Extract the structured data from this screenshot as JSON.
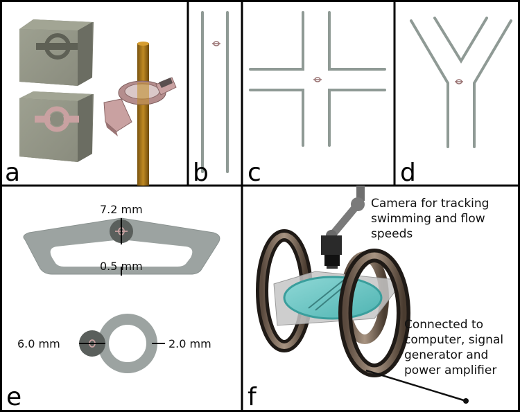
{
  "panels": {
    "a": {
      "letter": "a"
    },
    "b": {
      "letter": "b"
    },
    "c": {
      "letter": "c"
    },
    "d": {
      "letter": "d"
    },
    "e": {
      "letter": "e",
      "dim_top": "7.2 mm",
      "dim_mid": "0.5 mm",
      "dim_left": "6.0 mm",
      "dim_right": "2.0 mm"
    },
    "f": {
      "letter": "f",
      "camera_label": [
        "Camera for tracking",
        "swimming and flow",
        "speeds"
      ],
      "connection_label": [
        "Connected to",
        "computer, signal",
        "generator and",
        "power amplifier"
      ]
    }
  },
  "colors": {
    "border": "#000000",
    "block_gray": "#8a8c7e",
    "channel_gray": "#8f9a95",
    "pink": "#c9a1a1",
    "rod": "#a36f14",
    "ring": "#7d6a58",
    "water": "#6cc5c4"
  }
}
